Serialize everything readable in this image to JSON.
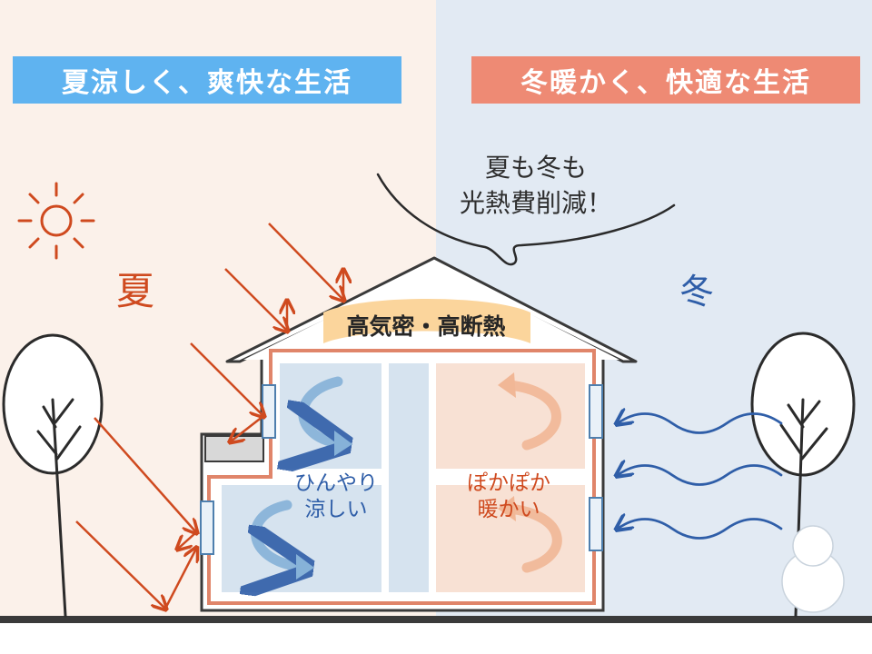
{
  "banners": {
    "summer": "夏涼しく、爽快な生活",
    "winter": "冬暖かく、快適な生活"
  },
  "speech_bubble": {
    "line1": "夏も冬も",
    "line2": "光熱費削減！"
  },
  "seasons": {
    "summer": "夏",
    "winter": "冬"
  },
  "roof_label": "高気密・高断熱",
  "rooms": {
    "cool_line1": "ひんやり",
    "cool_line2": "涼しい",
    "warm_line1": "ぽかぽか",
    "warm_line2": "暖かい"
  },
  "icons": [
    "sun-icon",
    "tree-icon",
    "snowman-icon",
    "sun-ray-arrow-icon",
    "cold-wind-arrow-icon",
    "airflow-arrow-icon"
  ],
  "colors": {
    "summer_bg": "#fbf1ea",
    "winter_bg": "#e2eaf3",
    "summer_banner": "#5fb3f0",
    "winter_banner": "#ee8a74",
    "sun_red": "#cf4a1f",
    "wind_blue": "#2f5ea8",
    "wall": "#e0856a",
    "roof_label_bg": "#fbd59c"
  }
}
